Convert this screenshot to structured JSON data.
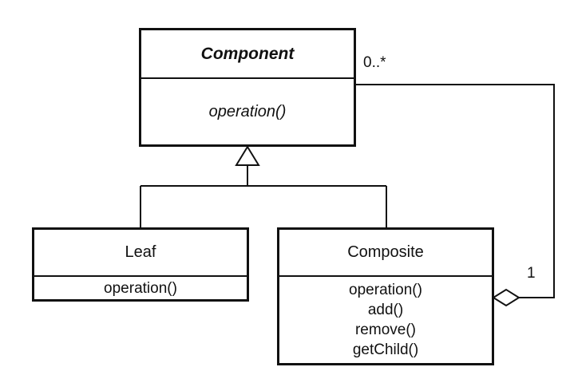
{
  "diagram": {
    "component": {
      "name": "Component",
      "operations": [
        "operation()"
      ]
    },
    "leaf": {
      "name": "Leaf",
      "operations": [
        "operation()"
      ]
    },
    "composite": {
      "name": "Composite",
      "operations": [
        "operation()",
        "add()",
        "remove()",
        "getChild()"
      ]
    },
    "aggregation": {
      "multiplicity_component_end": "0..*",
      "multiplicity_composite_end": "1"
    }
  }
}
